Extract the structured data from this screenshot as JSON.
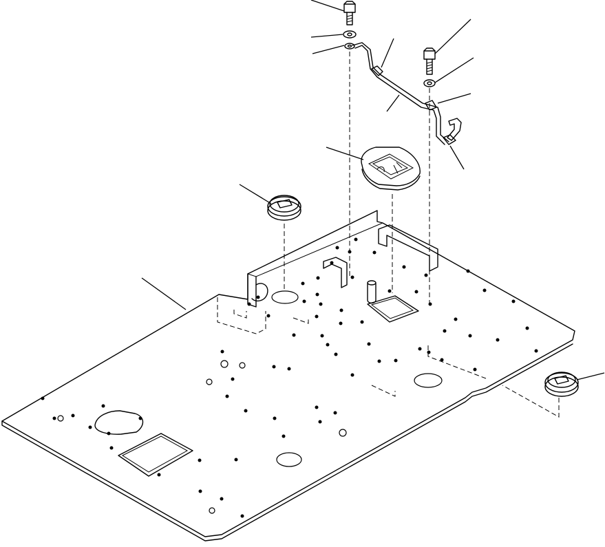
{
  "diagram": {
    "kind": "exploded-parts-view",
    "colors": {
      "line": "#000000",
      "background": "#ffffff"
    },
    "parts": [
      "floor-plate",
      "grommet-left",
      "grommet-right",
      "rectangular-seal",
      "bolt-upper-left",
      "washer-upper-left",
      "lockwasher-upper-left",
      "bolt-upper-right",
      "washer-upper-right",
      "bracket-rod",
      "clip"
    ],
    "callout_count": 11
  }
}
